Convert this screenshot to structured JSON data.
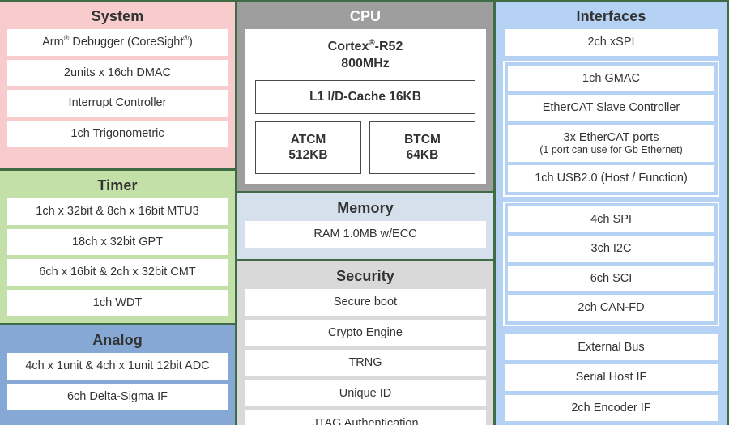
{
  "colors": {
    "system": "#f8cccc",
    "timer": "#c3e0a8",
    "analog": "#85a8d4",
    "cpu": "#9e9e9e",
    "memory": "#d5e0ec",
    "security": "#d9d9d9",
    "interfaces": "#b5d2f5",
    "separator": "#3f6b45",
    "item_bg": "#ffffff",
    "text": "#333333"
  },
  "blocks": {
    "system": {
      "title": "System",
      "items": [
        "Arm® Debugger (CoreSight®)",
        "2units x 16ch DMAC",
        "Interrupt Controller",
        "1ch Trigonometric"
      ]
    },
    "timer": {
      "title": "Timer",
      "items": [
        "1ch x 32bit & 8ch x 16bit MTU3",
        "18ch x 32bit GPT",
        "6ch x 16bit & 2ch x 32bit CMT",
        "1ch WDT"
      ]
    },
    "analog": {
      "title": "Analog",
      "items": [
        "4ch x 1unit & 4ch x 1unit 12bit ADC",
        "6ch Delta-Sigma IF"
      ]
    },
    "cpu": {
      "title": "CPU",
      "core_name": "Cortex®-R52",
      "core_freq": "800MHz",
      "cache": "L1 I/D-Cache 16KB",
      "tcm": [
        {
          "name": "ATCM",
          "size": "512KB"
        },
        {
          "name": "BTCM",
          "size": "64KB"
        }
      ]
    },
    "memory": {
      "title": "Memory",
      "items": [
        "RAM 1.0MB w/ECC"
      ]
    },
    "security": {
      "title": "Security",
      "items": [
        "Secure boot",
        "Crypto Engine",
        "TRNG",
        "Unique ID",
        "JTAG Authentication"
      ]
    },
    "interfaces": {
      "title": "Interfaces",
      "top_items": [
        "2ch xSPI"
      ],
      "group_network": [
        {
          "main": "1ch GMAC",
          "sub": ""
        },
        {
          "main": "EtherCAT Slave Controller",
          "sub": ""
        },
        {
          "main": "3x EtherCAT ports",
          "sub": "(1 port can use for Gb Ethernet)"
        },
        {
          "main": "1ch USB2.0 (Host / Function)",
          "sub": ""
        }
      ],
      "group_serial": [
        "4ch SPI",
        "3ch I2C",
        "6ch SCI",
        "2ch CAN-FD"
      ],
      "bottom_items": [
        "External Bus",
        "Serial Host IF",
        "2ch Encoder IF"
      ]
    }
  }
}
